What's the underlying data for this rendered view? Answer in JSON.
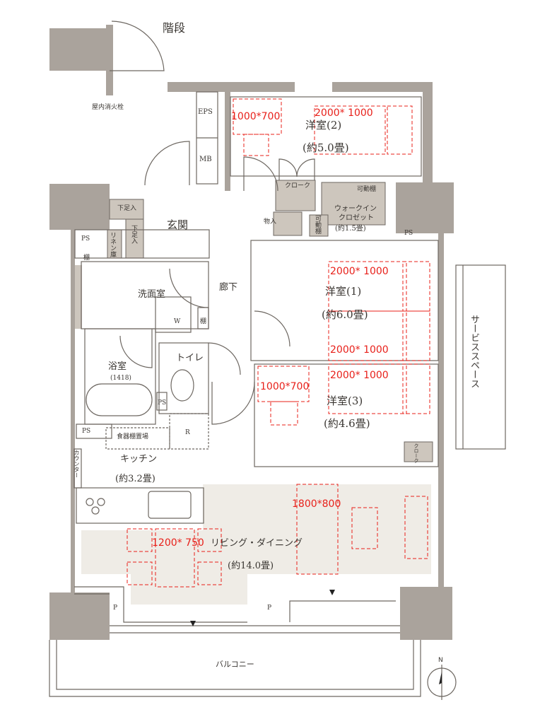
{
  "rooms": {
    "stairs": "階段",
    "fire_hydrant": "屋内消火栓",
    "eps": "EPS",
    "mb": "MB",
    "room2": {
      "name": "洋室(2)",
      "size": "(約5.0畳)"
    },
    "cloak_top": "クローク",
    "wic_shelf": "可動棚",
    "wic_line1": "ウォークイン",
    "wic_line2": "クロゼット",
    "wic_size": "(約1.5畳)",
    "storage": "物入",
    "movable_shelf_vertical": "可動棚",
    "shoe_box_1": "下足入",
    "shoe_box_2": "下足入",
    "entrance": "玄関",
    "ps_entrance": "PS",
    "linen": "リネン庫",
    "shelf_1": "棚",
    "ps_right": "PS",
    "washroom": "洗面室",
    "hallway": "廊下",
    "washer": "W",
    "shelf_2": "棚",
    "bath": {
      "name": "浴室",
      "size": "(1418)"
    },
    "toilet": "トイレ",
    "ps_toilet": "PS",
    "fridge": "R",
    "ps_kitchen": "PS",
    "cupboard": "食器棚置場",
    "counter": "カウンター",
    "kitchen": {
      "name": "キッチン",
      "size": "(約3.2畳)"
    },
    "room1": {
      "name": "洋室(1)",
      "size": "(約6.0畳)"
    },
    "room3": {
      "name": "洋室(3)",
      "size": "(約4.6畳)"
    },
    "cloak_small": "クローク",
    "service_space": "サービススペース",
    "ld": {
      "name": "リビング・ダイニング",
      "size": "(約14.0畳)"
    },
    "p_left": "P",
    "p_right": "P",
    "balcony": "バルコニー",
    "north": "N"
  },
  "annotations": {
    "desk_room2": "1000*700",
    "bed_room2": "2000* 1000",
    "bed_room1_a": "2000* 1000",
    "bed_room1_b": "2000* 1000",
    "bed_room3": "2000* 1000",
    "desk_room3": "1000*700",
    "sofa_ld": "1800*800",
    "table_ld": "1200* 750"
  },
  "colors": {
    "wall": "#aaa39c",
    "furniture": "#cdc6bd",
    "floor_ld": "#efece6",
    "line": "#6d6761",
    "annotation": "#e8201a"
  }
}
